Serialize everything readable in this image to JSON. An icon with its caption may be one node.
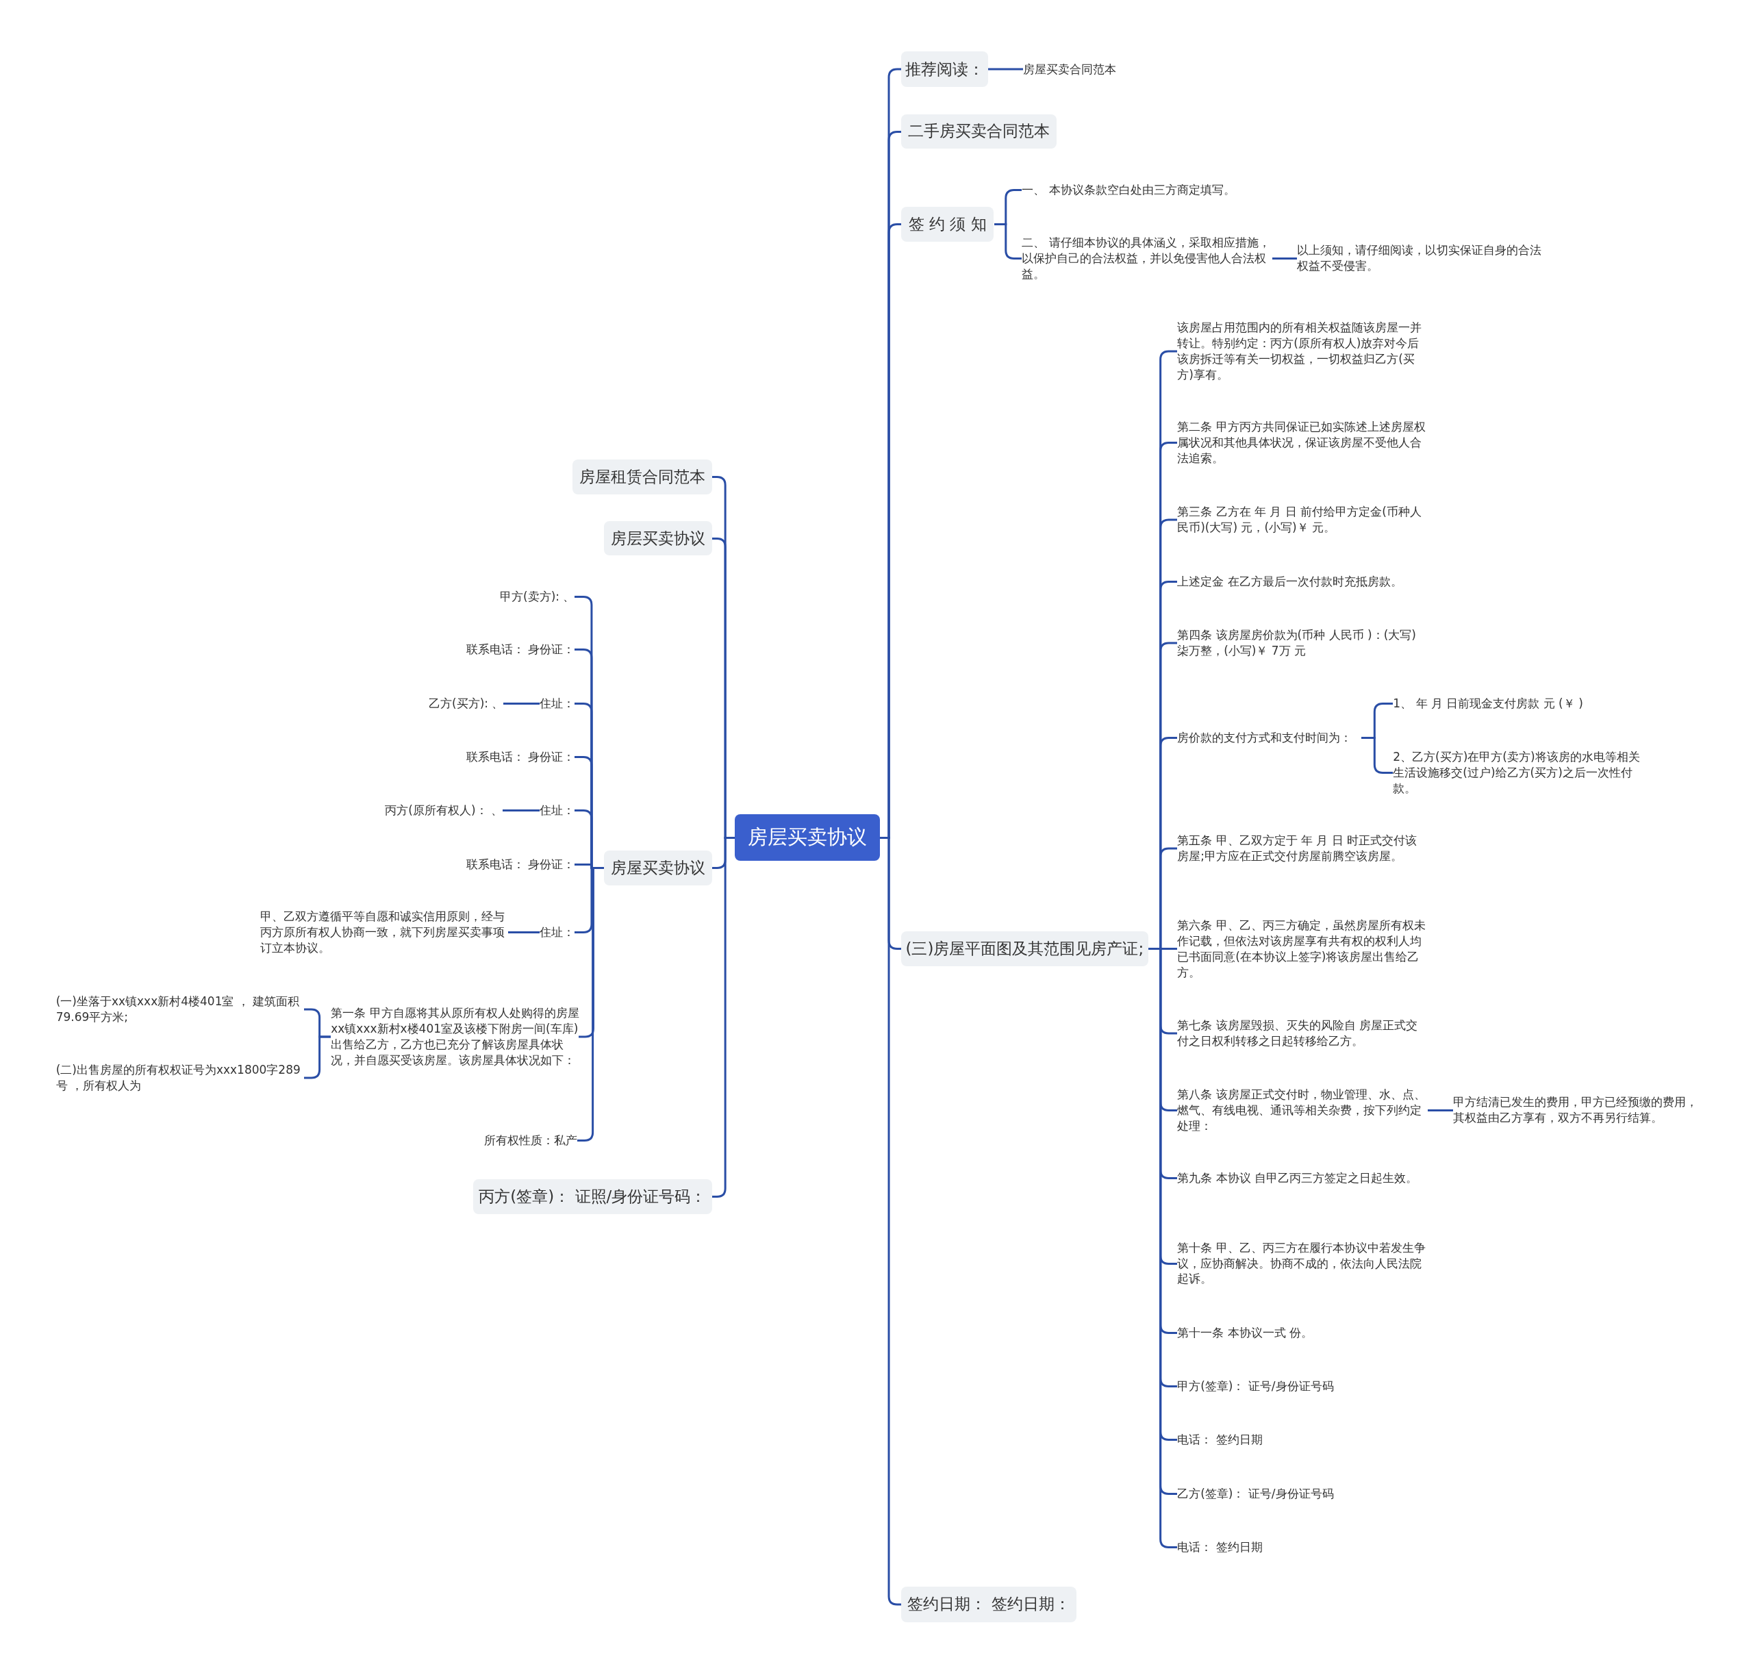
{
  "diagram": {
    "nodes": [
      {
        "text": [
          "房层买卖协议"
        ]
      },
      {
        "text": [
          "推荐阅读："
        ]
      },
      {
        "text": [
          "房屋买卖合同范本"
        ]
      },
      {
        "text": [
          "二手房买卖合同范本"
        ]
      },
      {
        "text": [
          "签 约 须 知"
        ]
      },
      {
        "text": [
          "一、 本协议条款空白处由三方商定填写。"
        ]
      },
      {
        "text": [
          "二、 请仔细本协议的具体涵义，采取相应措施，以保护自己的合法权益，并以免侵害他人合法权益。"
        ]
      },
      {
        "text": [
          "以上须知，请仔细阅读，以切实保证自身的合法权益不受侵害。"
        ]
      },
      {
        "text": [
          "(三)房屋平面图及其范围见房产证;"
        ]
      },
      {
        "text": [
          "该房屋占用范围内的所有相关权益随该房屋一并转让。特别约定：丙方(原所有权人)放弃对今后该房拆迁等有关一切权益，一切权益归乙方(买方)享有。"
        ]
      },
      {
        "text": [
          "第二条 甲方丙方共同保证已如实陈述上述房屋权属状况和其他具体状况，保证该房屋不受他人合法追索。"
        ]
      },
      {
        "text": [
          "第三条 乙方在 年 月 日 前付给甲方定金(币种人民币)(大写) 元，(小写)￥ 元。"
        ]
      },
      {
        "text": [
          "上述定金 在乙方最后一次付款时充抵房款。"
        ]
      },
      {
        "text": [
          "第四条 该房屋房价款为(币种 人民币 )：(大写)柒万整，(小写)￥ 7万 元"
        ]
      },
      {
        "text": [
          "房价款的支付方式和支付时间为："
        ]
      },
      {
        "text": [
          "1、 年 月 日前现金支付房款 元 (￥ )"
        ]
      },
      {
        "text": [
          "2、乙方(买方)在甲方(卖方)将该房的水电等相关生活设施移交(过户)给乙方(买方)之后一次性付款。"
        ]
      },
      {
        "text": [
          "第五条 甲、乙双方定于 年 月 日 时正式交付该房屋;甲方应在正式交付房屋前腾空该房屋。"
        ]
      },
      {
        "text": [
          "第六条 甲、乙、丙三方确定，虽然房屋所有权未作记载，但依法对该房屋享有共有权的权利人均已书面同意(在本协议上签字)将该房屋出售给乙方。"
        ]
      },
      {
        "text": [
          "第七条 该房屋毁损、灭失的风险自 房屋正式交付之日权利转移之日起转移给乙方。"
        ]
      },
      {
        "text": [
          "第八条 该房屋正式交付时，物业管理、水、点、燃气、有线电视、通讯等相关杂费，按下列约定处理："
        ]
      },
      {
        "text": [
          "甲方结清已发生的费用，甲方已经预缴的费用，其权益由乙方享有，双方不再另行结算。"
        ]
      },
      {
        "text": [
          "第九条 本协议 自甲乙丙三方签定之日起生效。"
        ]
      },
      {
        "text": [
          "第十条 甲、乙、丙三方在履行本协议中若发生争议，应协商解决。协商不成的，依法向人民法院起诉。"
        ]
      },
      {
        "text": [
          "第十一条 本协议一式 份。"
        ]
      },
      {
        "text": [
          "甲方(签章)： 证号/身份证号码"
        ]
      },
      {
        "text": [
          "电话： 签约日期"
        ]
      },
      {
        "text": [
          "乙方(签章)： 证号/身份证号码"
        ]
      },
      {
        "text": [
          "电话： 签约日期"
        ]
      },
      {
        "text": [
          "签约日期： 签约日期："
        ]
      },
      {
        "text": [
          "房屋租赁合同范本"
        ]
      },
      {
        "text": [
          "房层买卖协议"
        ]
      },
      {
        "text": [
          "房屋买卖协议"
        ]
      },
      {
        "text": [
          "甲方(卖方): 、"
        ]
      },
      {
        "text": [
          "联系电话： 身份证："
        ]
      },
      {
        "text": [
          "住址："
        ]
      },
      {
        "text": [
          "乙方(买方): 、"
        ]
      },
      {
        "text": [
          "联系电话： 身份证："
        ]
      },
      {
        "text": [
          "住址："
        ]
      },
      {
        "text": [
          "丙方(原所有权人)： 、"
        ]
      },
      {
        "text": [
          "联系电话： 身份证："
        ]
      },
      {
        "text": [
          "住址："
        ]
      },
      {
        "text": [
          "甲、乙双方遵循平等自愿和诚实信用原则，经与丙方原所有权人协商一致，就下列房屋买卖事项订立本协议。"
        ]
      },
      {
        "text": [
          "第一条 甲方自愿将其从原所有权人处购得的房屋xx镇xxx新村x楼401室及该楼下附房一间(车库)出售给乙方，乙方也已充分了解该房屋具体状况，并自愿买受该房屋。该房屋具体状况如下："
        ]
      },
      {
        "text": [
          "(一)坐落于xx镇xxx新村4楼401室 ， 建筑面积 79.69平方米;"
        ]
      },
      {
        "text": [
          "(二)出售房屋的所有权权证号为xxx1800字289号 ，所有权人为"
        ]
      },
      {
        "text": [
          "所有权性质：私产"
        ]
      },
      {
        "text": [
          "丙方(签章)： 证照/身份证号码："
        ]
      }
    ],
    "edges": [
      {
        "from": 0,
        "to": 1,
        "arrow": "none"
      },
      {
        "from": 1,
        "to": 2,
        "arrow": "none"
      },
      {
        "from": 0,
        "to": 3,
        "arrow": "none"
      },
      {
        "from": 0,
        "to": 4,
        "arrow": "none"
      },
      {
        "from": 4,
        "to": 5,
        "arrow": "none"
      },
      {
        "from": 4,
        "to": 6,
        "arrow": "none"
      },
      {
        "from": 6,
        "to": 7,
        "arrow": "none"
      },
      {
        "from": 0,
        "to": 8,
        "arrow": "none"
      },
      {
        "from": 8,
        "to": 9,
        "arrow": "none"
      },
      {
        "from": 8,
        "to": 10,
        "arrow": "none"
      },
      {
        "from": 8,
        "to": 11,
        "arrow": "none"
      },
      {
        "from": 8,
        "to": 12,
        "arrow": "none"
      },
      {
        "from": 8,
        "to": 13,
        "arrow": "none"
      },
      {
        "from": 8,
        "to": 14,
        "arrow": "none"
      },
      {
        "from": 14,
        "to": 15,
        "arrow": "none"
      },
      {
        "from": 14,
        "to": 16,
        "arrow": "none"
      },
      {
        "from": 8,
        "to": 17,
        "arrow": "none"
      },
      {
        "from": 8,
        "to": 18,
        "arrow": "none"
      },
      {
        "from": 8,
        "to": 19,
        "arrow": "none"
      },
      {
        "from": 8,
        "to": 20,
        "arrow": "none"
      },
      {
        "from": 20,
        "to": 21,
        "arrow": "none"
      },
      {
        "from": 8,
        "to": 22,
        "arrow": "none"
      },
      {
        "from": 8,
        "to": 23,
        "arrow": "none"
      },
      {
        "from": 8,
        "to": 24,
        "arrow": "none"
      },
      {
        "from": 8,
        "to": 25,
        "arrow": "none"
      },
      {
        "from": 8,
        "to": 26,
        "arrow": "none"
      },
      {
        "from": 8,
        "to": 27,
        "arrow": "none"
      },
      {
        "from": 8,
        "to": 28,
        "arrow": "none"
      },
      {
        "from": 0,
        "to": 29,
        "arrow": "none"
      },
      {
        "from": 0,
        "to": 30,
        "arrow": "none"
      },
      {
        "from": 0,
        "to": 31,
        "arrow": "none"
      },
      {
        "from": 0,
        "to": 32,
        "arrow": "none"
      },
      {
        "from": 32,
        "to": 33,
        "arrow": "none"
      },
      {
        "from": 32,
        "to": 34,
        "arrow": "none"
      },
      {
        "from": 32,
        "to": 35,
        "arrow": "none"
      },
      {
        "from": 35,
        "to": 36,
        "arrow": "none"
      },
      {
        "from": 32,
        "to": 37,
        "arrow": "none"
      },
      {
        "from": 32,
        "to": 38,
        "arrow": "none"
      },
      {
        "from": 38,
        "to": 39,
        "arrow": "none"
      },
      {
        "from": 32,
        "to": 40,
        "arrow": "none"
      },
      {
        "from": 32,
        "to": 41,
        "arrow": "none"
      },
      {
        "from": 41,
        "to": 42,
        "arrow": "none"
      },
      {
        "from": 32,
        "to": 43,
        "arrow": "none"
      },
      {
        "from": 43,
        "to": 44,
        "arrow": "none"
      },
      {
        "from": 43,
        "to": 45,
        "arrow": "none"
      },
      {
        "from": 32,
        "to": 46,
        "arrow": "none"
      },
      {
        "from": 0,
        "to": 47,
        "arrow": "none"
      }
    ]
  }
}
